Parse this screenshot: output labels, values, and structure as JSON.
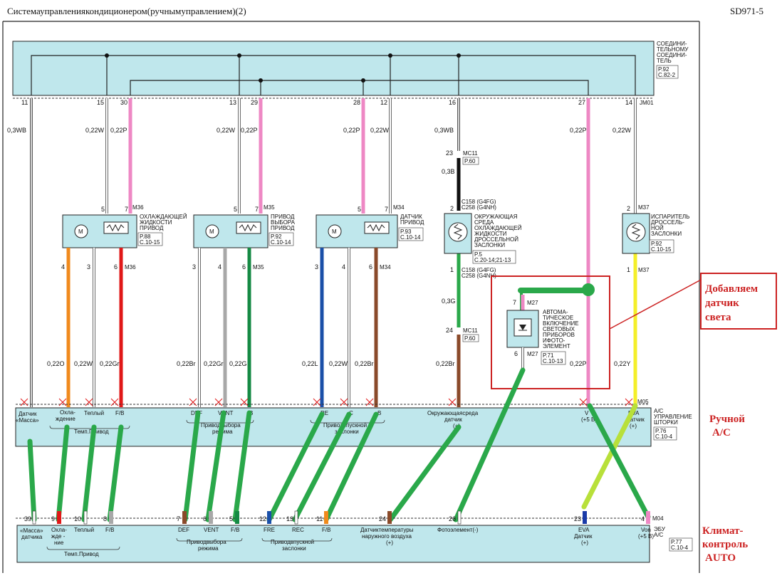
{
  "page": {
    "title": "Системауправлениякондиционером(ручнымуправлением)(2)",
    "code": "SD971-5"
  },
  "top_connector": {
    "label": [
      "СОЕДИНИ-",
      "ТЕЛЬНОМУ",
      "СОЕДИНИ-",
      "ТЕЛЬ"
    ],
    "ref": [
      "P.92",
      "C.82-2"
    ],
    "id": "JM01"
  },
  "pins_top": [
    "11",
    "15",
    "30",
    "13",
    "29",
    "28",
    "12",
    "16",
    "27",
    "14"
  ],
  "wires_top": [
    "0,3WB",
    "0,22W",
    "0,22P",
    "0,22W",
    "0,22P",
    "0,22P",
    "0,22W",
    "0,3WB",
    "0,22P",
    "0,22W"
  ],
  "actuators": [
    {
      "name": [
        "ОХЛАЖДАЮЩЕЙ",
        "ЖИДКОСТИ",
        "ПРИВОД"
      ],
      "id": "M36",
      "ref": [
        "P.88",
        "C.10-15"
      ],
      "pins_top": [
        "5",
        "7"
      ],
      "pins_bottom": [
        "4",
        "3",
        "6"
      ],
      "wires": [
        "0,22O",
        "0,22W",
        "0,22Gr"
      ]
    },
    {
      "name": [
        "ПРИВОД",
        "ВЫБОРА",
        "ПРИВОД"
      ],
      "id": "M35",
      "ref": [
        "P.92",
        "C.10-14"
      ],
      "pins_top": [
        "5",
        "7"
      ],
      "pins_bottom": [
        "3",
        "4",
        "6"
      ],
      "wires": [
        "0,22Br",
        "0,22Gr",
        "0,22G"
      ]
    },
    {
      "name": [
        "ДАТЧИК",
        "ПРИВОД"
      ],
      "id": "M34",
      "ref": [
        "P.93",
        "C.10-14"
      ],
      "pins_top": [
        "5",
        "7"
      ],
      "pins_bottom": [
        "3",
        "4",
        "6"
      ],
      "wires": [
        "0,22L",
        "0,22W",
        "0,22Br"
      ]
    }
  ],
  "ambient": {
    "name": [
      "ОКРУЖАЮЩАЯ",
      "СРЕДА",
      "ОХЛАЖДАЮЩЕЙ",
      "ЖИДКОСТИ",
      "ДРОССЕЛЬНОЙ",
      "ЗАСЛОНКИ"
    ],
    "mc_top": "MC11",
    "mc_top_pin": "23",
    "mc_top_ref": "P.60",
    "wire1": "0,3B",
    "c_top": [
      "C158 (G4FG)",
      "C258 (G4NH)"
    ],
    "pin_top": "2",
    "ref": [
      "P.5",
      "C.20-14;21-13"
    ],
    "pin_bottom": "1",
    "c_bot": [
      "C158 (G4FG)",
      "C258 (G4NH)"
    ],
    "wire2": "0,3G",
    "mc_bot_pin": "24",
    "mc_bot": "MC11",
    "mc_bot_ref": "P.60",
    "wire3": "0,22Br"
  },
  "light_sensor": {
    "name": [
      "АВТОМА-",
      "ТИЧЕСКОЕ",
      "ВКЛЮЧЕНИЕ",
      "СВЕТОВЫХ",
      "ПРИБОРОВ",
      "ИФОТО-",
      "ЭЛЕМЕНТ"
    ],
    "id": "M27",
    "ref": [
      "P.71",
      "C.10-13"
    ],
    "pin_top": "7",
    "pin_bottom": "6"
  },
  "evaporator": {
    "name": [
      "ИСПАРИТЕЛЬ",
      "ДРОССЕЛЬ-",
      "НОЙ",
      "ЗАСЛОНКИ"
    ],
    "id": "M37",
    "ref": [
      "P.92",
      "C.10-15"
    ],
    "pin_top": "2",
    "pin_bottom": "1",
    "wire": "0,22Y"
  },
  "wire_right": "0,22P",
  "ac_connector": {
    "label": [
      "A/C",
      "УПРАВЛЕНИЕ",
      "ШТОРКИ"
    ],
    "ref": [
      "P.76",
      "C.10-4"
    ],
    "id": "M05",
    "texts": [
      "Датчик",
      "«Масса»",
      "Охла-",
      "ждение",
      "Теплый",
      "F/B",
      "Темп.Привод",
      "DEF",
      "VENT",
      "B",
      "Приводвыбора",
      "режима",
      "RE",
      "C",
      "B",
      "Приводвпускной",
      "заслонки",
      "Окружающаясреда",
      "датчик",
      "(+)",
      "V",
      "(+5 В)",
      "EVA",
      "датчик",
      "(+)"
    ]
  },
  "ecu": {
    "label": [
      "ЭБУ",
      "A/C"
    ],
    "ref": [
      "P.77",
      "C.10-4"
    ],
    "id": "M04",
    "pins": [
      "39",
      "9",
      "10",
      "8",
      "7",
      "6",
      "5",
      "12",
      "13",
      "11",
      "24",
      "26",
      "23",
      "4"
    ],
    "texts": [
      "«Масса»",
      "датчика",
      "Охла-",
      "жде -",
      "ние",
      "Теплый",
      "F/B",
      "Темп.Привод",
      "DEF",
      "VENT",
      "F/B",
      "Приводвыбора",
      "режима",
      "FRE",
      "REC",
      "F/B",
      "Приводвпускной",
      "заслонки",
      "Датчиктемпературы",
      "наружного  воздуха",
      "(+)",
      "Фотоэлемент(-)",
      "EVA",
      "Датчик",
      "(+)",
      "Von",
      "(+5 В)"
    ]
  },
  "annotations": {
    "add": [
      "Добавляем",
      "датчик",
      "света"
    ],
    "manual": [
      "Ручной",
      "A/C"
    ],
    "auto": [
      "Климат-",
      "контроль",
      "AUTO"
    ]
  },
  "colors": {
    "pink": "#ee88c4",
    "green": "#2aa84a",
    "lime": "#b8e03a",
    "yellow": "#f4ef2a",
    "orange": "#f08a1c",
    "red": "#e01818",
    "blue": "#1a4fa8",
    "brown": "#8a4a2a",
    "dkgreen": "#168a44",
    "grey": "#a8a8a8",
    "light": "#bfe7ec",
    "annot": "#cc2222"
  }
}
